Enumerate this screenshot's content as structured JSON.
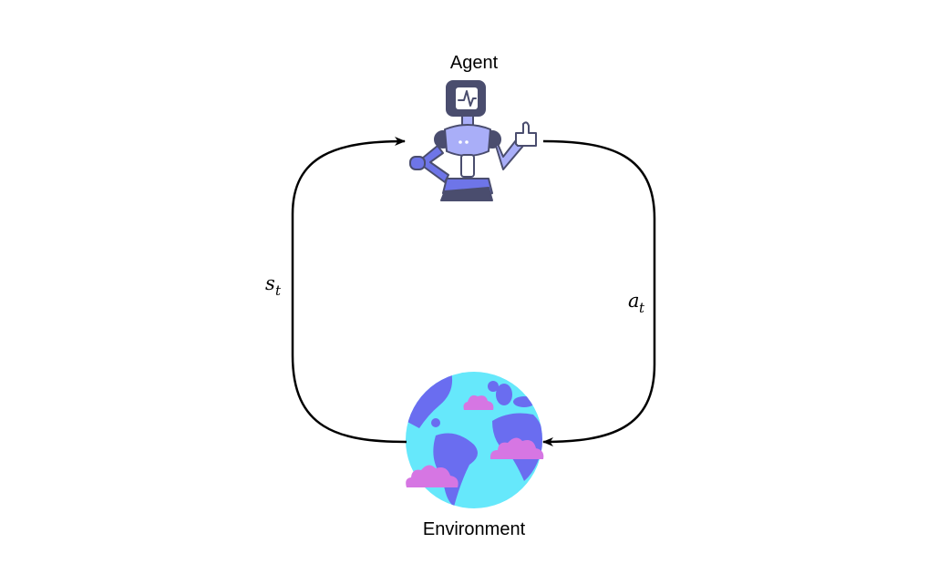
{
  "diagram": {
    "agent": {
      "label": "Agent",
      "icon": "robot-icon"
    },
    "environment": {
      "label": "Environment",
      "icon": "globe-icon"
    },
    "state_edge": {
      "symbol": "s",
      "subscript": "t"
    },
    "action_edge": {
      "symbol": "a",
      "subscript": "t"
    }
  },
  "colors": {
    "robot_dark": "#4a4d6e",
    "robot_body": "#a9aef8",
    "robot_accent": "#6e75e8",
    "ocean": "#66e8fb",
    "land": "#6a6df0",
    "cloud": "#d676e3",
    "line": "#000000"
  }
}
